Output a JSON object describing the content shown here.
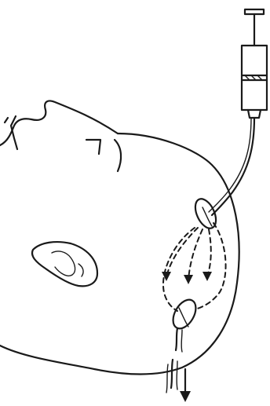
{
  "figure": {
    "description_text": "",
    "colors": {
      "ink": "#1a1a1a",
      "background": "#ffffff"
    },
    "parts": [
      {
        "name": "syringe",
        "icon": "syringe-icon"
      },
      {
        "name": "tube",
        "icon": "tube-icon"
      },
      {
        "name": "head-outline",
        "icon": "head-profile-icon"
      },
      {
        "name": "ear",
        "icon": "ear-icon"
      },
      {
        "name": "entry-opening",
        "icon": "opening-icon"
      },
      {
        "name": "exit-opening",
        "icon": "opening-icon"
      },
      {
        "name": "flow-paths",
        "icon": "dashed-arrow-icon"
      },
      {
        "name": "outflow-arrow",
        "icon": "arrow-down-icon"
      }
    ]
  }
}
